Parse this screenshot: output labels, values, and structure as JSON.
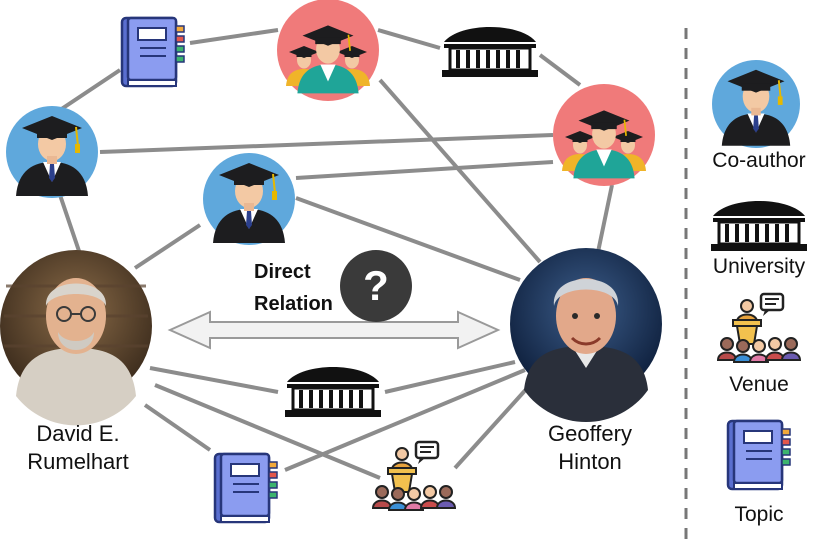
{
  "people": {
    "left": {
      "name_line1": "David E.",
      "name_line2": "Rumelhart"
    },
    "right": {
      "name_line1": "Geoffery",
      "name_line2": "Hinton"
    }
  },
  "relation": {
    "line1": "Direct",
    "line2": "Relation",
    "symbol": "?"
  },
  "legend": {
    "coauthor": "Co-author",
    "university": "University",
    "venue": "Venue",
    "topic": "Topic"
  },
  "colors": {
    "edge": "#8c8c8c",
    "coauthor_bg": "#5fa8dc",
    "group_bg": "#f07a7a",
    "book": "#7f93e6",
    "building": "#111111",
    "question_bg": "#3a3a3a",
    "arrow_fill": "#f2f2f2"
  },
  "icons": [
    "coauthor-icon",
    "group-coauthor-icon",
    "university-icon",
    "venue-icon",
    "topic-book-icon"
  ]
}
